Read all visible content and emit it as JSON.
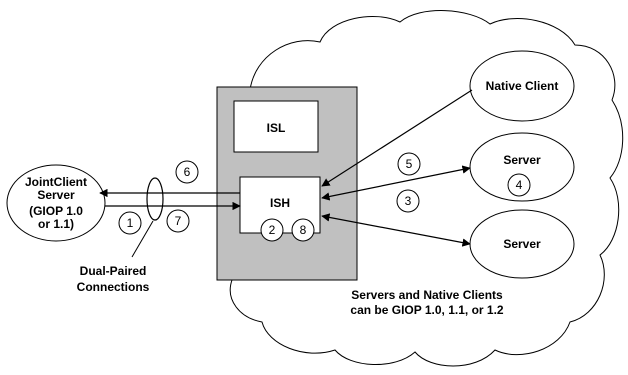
{
  "nodes": {
    "isl": "ISL",
    "ish": "ISH",
    "joint_client_server": [
      "JointClient",
      "Server",
      "(GIOP 1.0",
      "or 1.1)"
    ],
    "native_client": "Native Client",
    "server_top": "Server",
    "server_bottom": "Server"
  },
  "labels": {
    "dual_paired": [
      "Dual-Paired",
      "Connections"
    ],
    "giop_note": [
      "Servers and Native Clients",
      "can be GIOP 1.0, 1.1, or 1.2"
    ]
  },
  "steps": {
    "s1": "1",
    "s2": "2",
    "s3": "3",
    "s4": "4",
    "s5": "5",
    "s6": "6",
    "s7": "7",
    "s8": "8"
  },
  "colors": {
    "gateway_box": "#c0c0c0",
    "stroke": "#000000",
    "background": "#ffffff"
  }
}
